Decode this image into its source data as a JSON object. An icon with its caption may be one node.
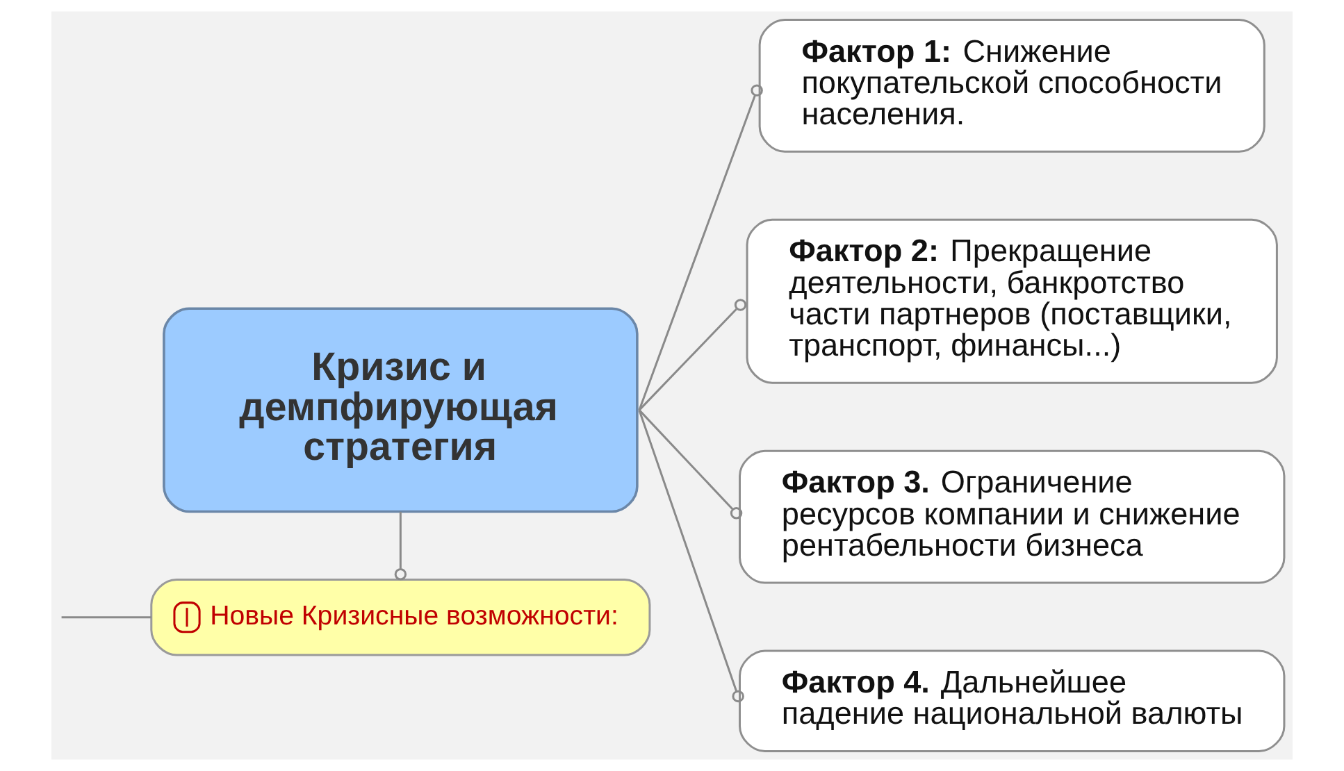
{
  "diagram": {
    "nodes": [
      {
        "text": [
          "Кризис и демпфирующая стратегия"
        ]
      },
      {
        "text": [
          "**Фактор 1:** Снижение покупательской способности населения."
        ]
      },
      {
        "text": [
          "**Фактор 2:** Прекращение деятельности, банкротство части партнеров (поставщики, транспорт, финансы...)"
        ]
      },
      {
        "text": [
          "**Фактор 3.** Ограничение ресурсов компании и снижение рентабельности бизнеса"
        ]
      },
      {
        "text": [
          "**Фактор 4.** Дальнейшее падение национальной валюты"
        ]
      },
      {
        "text": [
          "Новые Кризисные возможности:"
        ]
      }
    ],
    "edges": [
      {
        "from": 0,
        "to": 1,
        "arrow": "other"
      },
      {
        "from": 0,
        "to": 2,
        "arrow": "other"
      },
      {
        "from": 0,
        "to": 3,
        "arrow": "other"
      },
      {
        "from": 0,
        "to": 4,
        "arrow": "other"
      },
      {
        "from": 0,
        "to": 5,
        "arrow": "other"
      },
      {
        "from": 5,
        "to": null,
        "arrow": "none"
      }
    ]
  }
}
